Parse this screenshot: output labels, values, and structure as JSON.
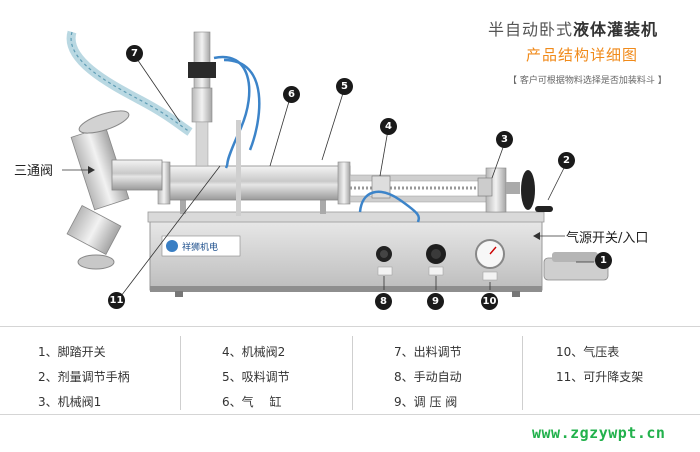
{
  "title": {
    "line1_prefix": "半自动卧式",
    "line1_accent": "液体灌装机",
    "line2": "产品结构详细图",
    "note": "【 客户可根据物料选择是否加装料斗 】"
  },
  "side_labels": {
    "left": "三通阀",
    "right": "气源开关/入口"
  },
  "brand_plate": "祥狮机电",
  "callouts": [
    "1",
    "2",
    "3",
    "4",
    "5",
    "6",
    "7",
    "8",
    "9",
    "10",
    "11"
  ],
  "legend": {
    "col1": [
      "1、脚踏开关",
      "2、剂量调节手柄",
      "3、机械阀1"
    ],
    "col2": [
      "4、机械阀2",
      "5、吸料调节",
      "6、气　 缸"
    ],
    "col3": [
      "7、出料调节",
      "8、手动自动",
      "9、调 压 阀"
    ],
    "col4": [
      "10、气压表",
      "11、可升降支架"
    ]
  },
  "watermark": "www.zgzywpt.cn",
  "colors": {
    "orange": "#f08a1a",
    "green": "#22b14c",
    "callout": "#1a1a1a"
  }
}
